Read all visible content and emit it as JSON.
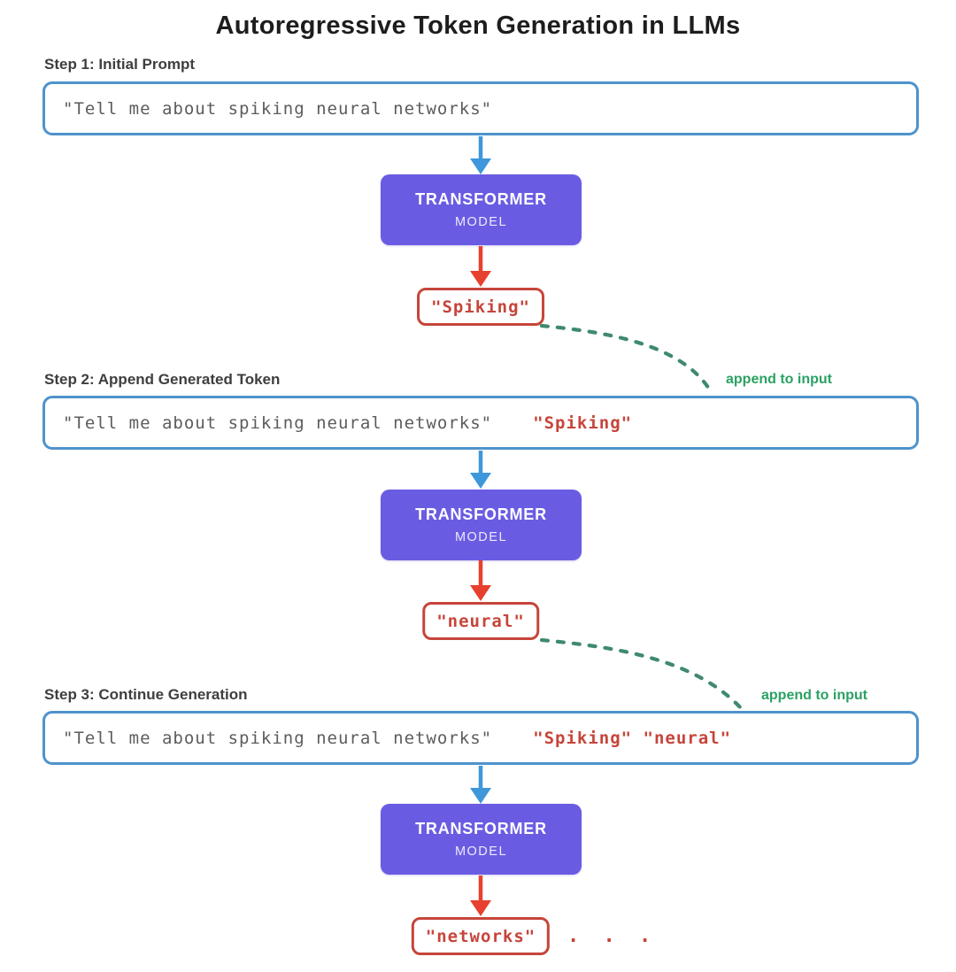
{
  "title": "Autoregressive Token Generation in LLMs",
  "colors": {
    "title_color": "#1d1d1d",
    "step_label_color": "#3e3e3e",
    "blue_border": "#4f93cc",
    "prompt_gray": "#5c5c5c",
    "purple": "#6a5ce2",
    "arrow_blue": "#3e97da",
    "arrow_red": "#e7402e",
    "token_red": "#c6453a",
    "green": "#2ba164",
    "curve_teal": "#3f8a6d"
  },
  "transformer": {
    "line1": "TRANSFORMER",
    "line2": "MODEL"
  },
  "steps": [
    {
      "label": "Step 1: Initial Prompt",
      "prompt": "\"Tell me about spiking neural networks\"",
      "appended": "",
      "output_token": "\"Spiking\"",
      "append_note": "append to input"
    },
    {
      "label": "Step 2: Append Generated Token",
      "prompt": "\"Tell me about spiking neural networks\"",
      "appended": "\"Spiking\"",
      "output_token": "\"neural\"",
      "append_note": "append to input"
    },
    {
      "label": "Step 3: Continue Generation",
      "prompt": "\"Tell me about spiking neural networks\"",
      "appended": "\"Spiking\" \"neural\"",
      "output_token": "\"networks\"",
      "ellipsis": ". . ."
    }
  ]
}
